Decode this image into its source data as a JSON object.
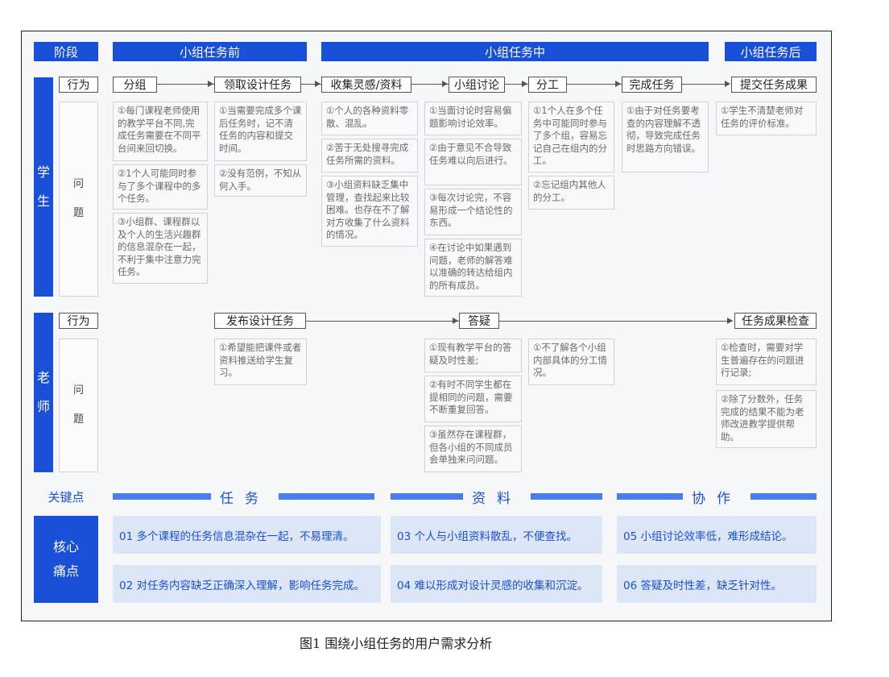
{
  "phases": {
    "header": "阶段",
    "before": "小组任务前",
    "during": "小组任务中",
    "after": "小组任务后"
  },
  "roles": {
    "student": [
      "学",
      "生"
    ],
    "teacher": [
      "老",
      "师"
    ],
    "behavior": "行为",
    "problem": [
      "问",
      "题"
    ]
  },
  "student": {
    "actions": [
      "分组",
      "领取设计任务",
      "收集灵感/资料",
      "小组讨论",
      "分工",
      "完成任务",
      "提交任务成果"
    ],
    "problems": {
      "group": [
        "①每门课程老师使用的教学平台不同,完成任务需要在不同平台间来回切换。",
        "②1个人可能同时参与了多个课程中的多个任务。",
        "③小组群、课程群以及个人的生活兴趣群的信息混杂在一起，不利于集中注意力完任务。"
      ],
      "task": [
        "①当需要完成多个课后任务时，记不清任务的内容和提交时间。",
        "②没有范例，不知从何入手。"
      ],
      "collect": [
        "①个人的各种资料零散、混乱。",
        "②苦于无处搜寻完成任务所需的资料。",
        "③小组资料缺乏集中管理，查找起来比较困难。也存在不了解对方收集了什么资料的情况。"
      ],
      "discuss": [
        "①当面讨论时容易偏题影响讨论效率。",
        "②由于意见不合导致任务难以向后进行。",
        "③每次讨论完，不容易形成一个结论性的东西。",
        "④在讨论中如果遇到问题，老师的解答难以准确的转达给组内的所有成员。"
      ],
      "divide": [
        "①1个人在多个任务中可能同时参与了多个组，容易忘记自己在组内的分工。",
        "②忘记组内其他人的分工。"
      ],
      "complete": [
        "①由于对任务要考查的内容理解不透彻，导致完成任务时思路方向错误。"
      ],
      "submit": [
        "①学生不清楚老师对任务的评价标准。"
      ]
    }
  },
  "teacher": {
    "actions": [
      "发布设计任务",
      "答疑",
      "任务成果检查"
    ],
    "problems": {
      "publish": [
        "①希望能把课件或者资料推送给学生复习。"
      ],
      "qa": [
        "①现有教学平台的答疑及时性差;",
        "②有时不同学生都在提相同的问题，需要不断重复回答。",
        "③虽然存在课程群，但各小组的不同成员会单独来问问题。"
      ],
      "groups": [
        "①不了解各个小组内部具体的分工情况。"
      ],
      "check": [
        "①检查时，需要对学生普遍存在的问题进行记录;",
        "②除了分数外，任务完成的结果不能为老师改进教学提供帮助。"
      ]
    }
  },
  "keypoints": {
    "label": "关键点",
    "items": [
      "任务",
      "资料",
      "协作"
    ]
  },
  "core": {
    "label": [
      "核心",
      "痛点"
    ],
    "items": [
      "01 多个课程的任务信息混杂在一起，不易理清。",
      "02 对任务内容缺乏正确深入理解，影响任务完成。",
      "03 个人与小组资料散乱，不便查找。",
      "04 难以形成对设计灵感的收集和沉淀。",
      "05 小组讨论效率低，难形成结论。",
      "06 答疑及时性差，缺乏针对性。"
    ]
  },
  "caption": "图1 围绕小组任务的用户需求分析",
  "colors": {
    "primary": "#1a4fd8",
    "card_bg": "#dce6f7",
    "line": "#555555"
  }
}
